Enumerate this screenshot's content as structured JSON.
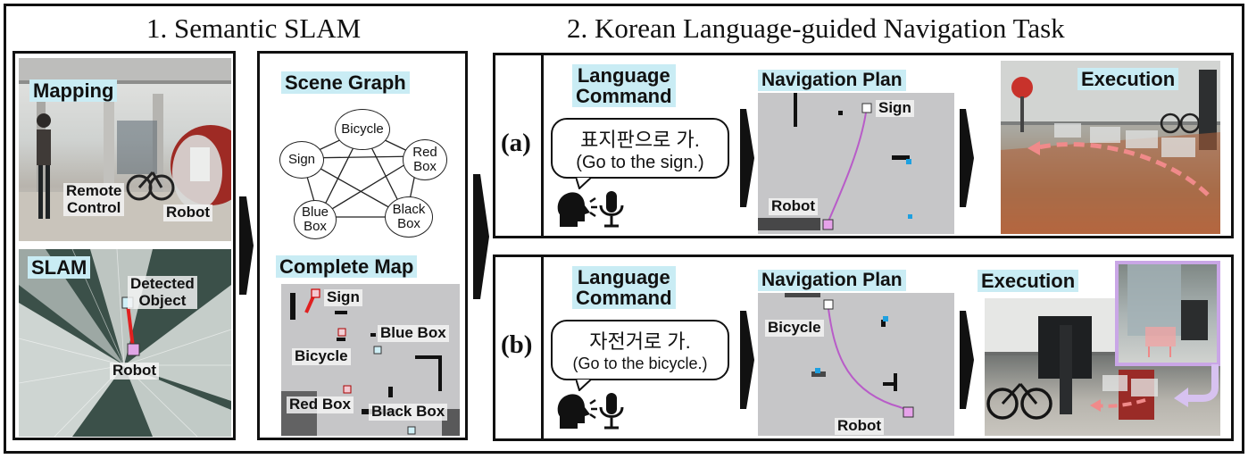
{
  "sections": {
    "semantic_slam": "1. Semantic SLAM",
    "navigation_task": "2. Korean Language-guided Navigation Task"
  },
  "mapping": {
    "title": "Mapping",
    "remote_control": "Remote\nControl",
    "robot": "Robot"
  },
  "slam": {
    "title": "SLAM",
    "detected_object": "Detected\nObject",
    "robot": "Robot"
  },
  "scene_graph": {
    "title": "Scene Graph",
    "nodes": [
      "Bicycle",
      "Red\nBox",
      "Black\nBox",
      "Blue\nBox",
      "Sign"
    ]
  },
  "complete_map": {
    "title": "Complete Map",
    "labels": [
      "Sign",
      "Blue Box",
      "Bicycle",
      "Red Box",
      "Black Box"
    ]
  },
  "task_a": {
    "label": "(a)",
    "command_title": "Language\nCommand",
    "command_ko": "표지판으로 가.",
    "command_en": "(Go to the sign.)",
    "plan_title": "Navigation Plan",
    "plan_goal": "Sign",
    "plan_robot": "Robot",
    "execution_title": "Execution"
  },
  "task_b": {
    "label": "(b)",
    "command_title": "Language\nCommand",
    "command_ko": "자전거로 가.",
    "command_en": "(Go to the bicycle.)",
    "plan_title": "Navigation Plan",
    "plan_goal": "Bicycle",
    "plan_robot": "Robot",
    "execution_title": "Execution"
  },
  "colors": {
    "label_bg": "#c9ecf4",
    "path": "#b85cc8",
    "trajectory": "#f08a8a",
    "map_bg": "#c6c6c8"
  }
}
